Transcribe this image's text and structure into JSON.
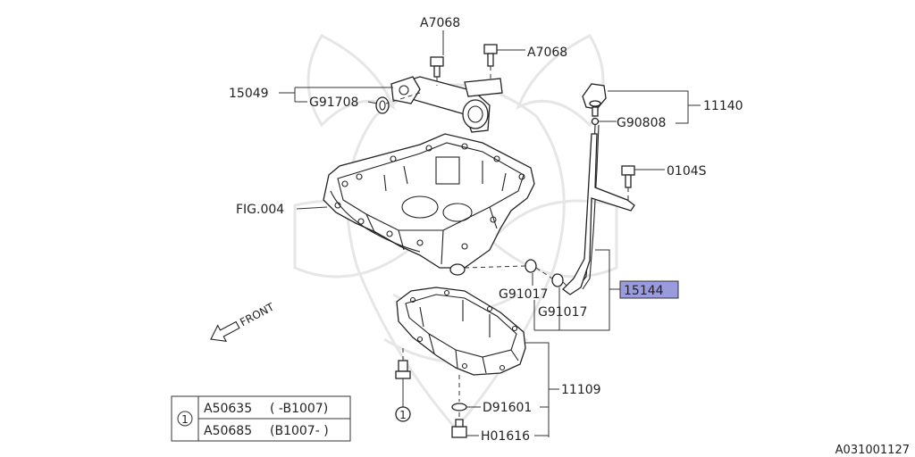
{
  "callouts": {
    "a7068_top": "A7068",
    "a7068_right": "A7068",
    "p15049": "15049",
    "g91708": "G91708",
    "p11140": "11140",
    "g90808": "G90808",
    "p0104s": "0104S",
    "fig004": "FIG.004",
    "g91017_left": "G91017",
    "g91017_bottom": "G91017",
    "p15144": "15144",
    "p11109": "11109",
    "d91601": "D91601",
    "h01616": "H01616"
  },
  "front_label": "FRONT",
  "ref_number": "1",
  "bolt_ref_number": "1",
  "ref_table": {
    "rows": [
      {
        "part": "A50635",
        "range": "( -B1007)"
      },
      {
        "part": "A50685",
        "range": "(B1007- )"
      }
    ]
  },
  "diagram_id": "A031001127",
  "colors": {
    "highlight": "#9a9ade",
    "line": "#333333"
  }
}
